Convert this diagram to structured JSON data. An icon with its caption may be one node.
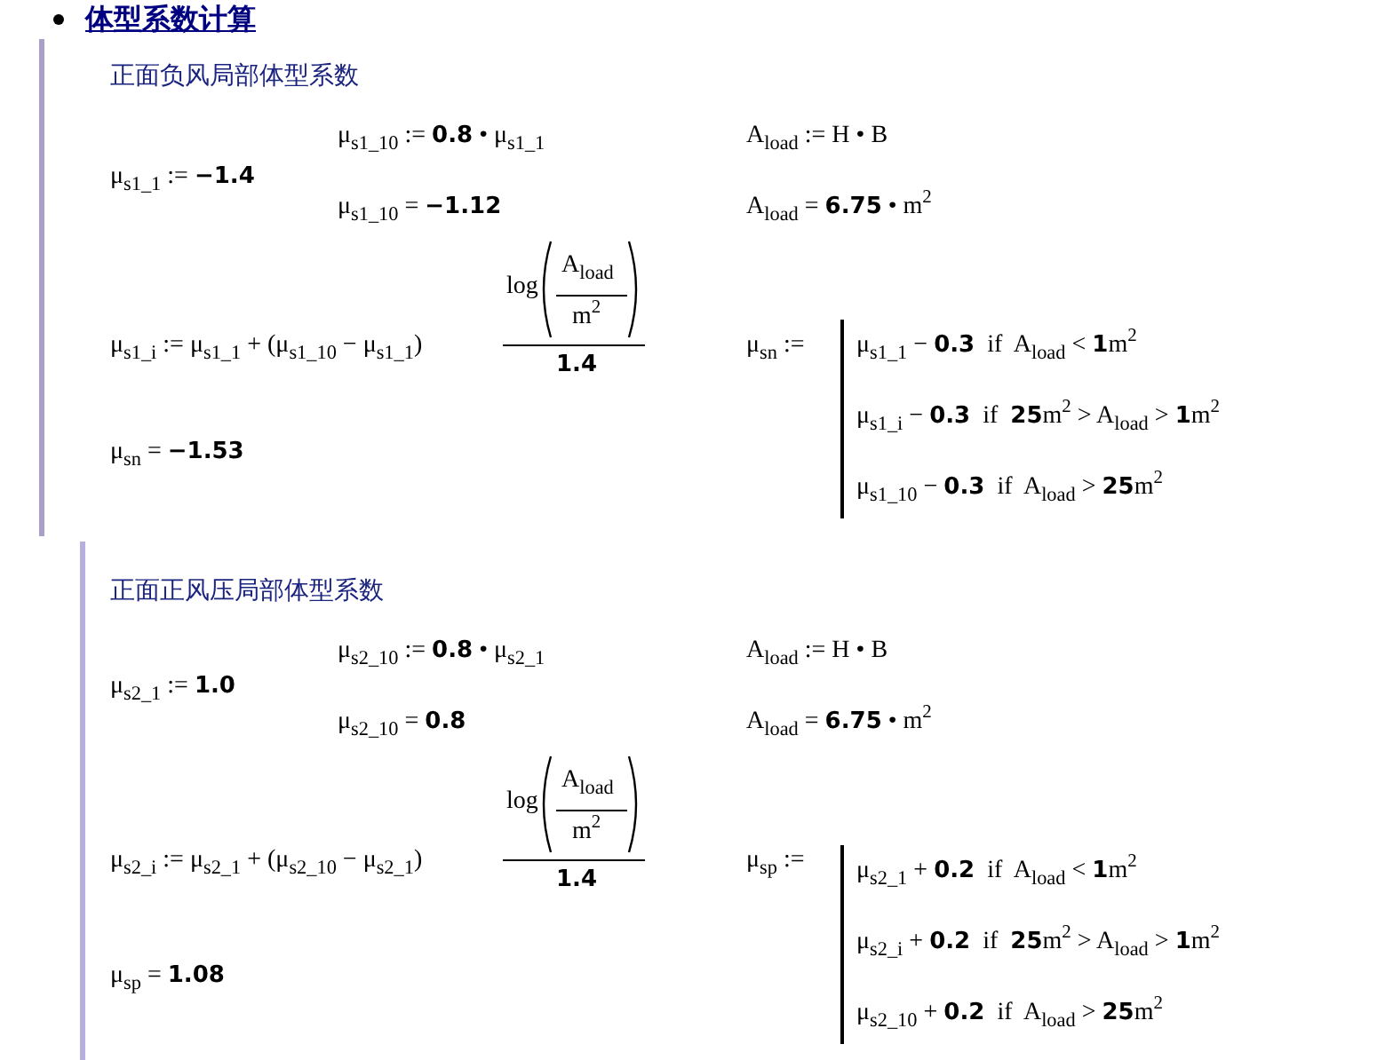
{
  "diagram": {
    "title": "体型系数计算",
    "labels": [
      "正面负风局部体型系数",
      "μ$_{s1_1}$ := **−1.4**",
      "μ$_{s1_10}$ := **0.8** • μ$_{s1_1}$",
      "A$_{load}$ := H • B",
      "μ$_{s1_10}$ = **−1.12**",
      "A$_{load}$ = **6.75** • m$^{2}$",
      "log",
      "A$_{load}$",
      "m$^{2}$",
      "**1.4**",
      "μ$_{s1_i}$ := μ$_{s1_1}$ + (μ$_{s1_10}$ − μ$_{s1_1}$)",
      "μ$_{sn}$ :=",
      "μ$_{s1_1}$ − **0.3**  if  A$_{load}$ < **1**m$^{2}$",
      "μ$_{s1_i}$ − **0.3**  if  **25**m$^{2}$ > A$_{load}$ > **1**m$^{2}$",
      "μ$_{s1_10}$ − **0.3**  if  A$_{load}$ > **25**m$^{2}$",
      "μ$_{sn}$ = **−1.53**",
      "正面正风压局部体型系数",
      "μ$_{s2_1}$ := **1.0**",
      "μ$_{s2_10}$ := **0.8** • μ$_{s2_1}$",
      "A$_{load}$ := H • B",
      "μ$_{s2_10}$ = **0.8**",
      "A$_{load}$ = **6.75** • m$^{2}$",
      "log",
      "A$_{load}$",
      "m$^{2}$",
      "**1.4**",
      "μ$_{s2_i}$ := μ$_{s2_1}$ + (μ$_{s2_10}$ − μ$_{s2_1}$)",
      "μ$_{sp}$ :=",
      "μ$_{s2_1}$ + **0.2**  if  A$_{load}$ < **1**m$^{2}$",
      "μ$_{s2_i}$ + **0.2**  if  **25**m$^{2}$ > A$_{load}$ > **1**m$^{2}$",
      "μ$_{s2_10}$ + **0.2**  if  A$_{load}$ > **25**m$^{2}$",
      "μ$_{sp}$ = **1.08**"
    ]
  }
}
